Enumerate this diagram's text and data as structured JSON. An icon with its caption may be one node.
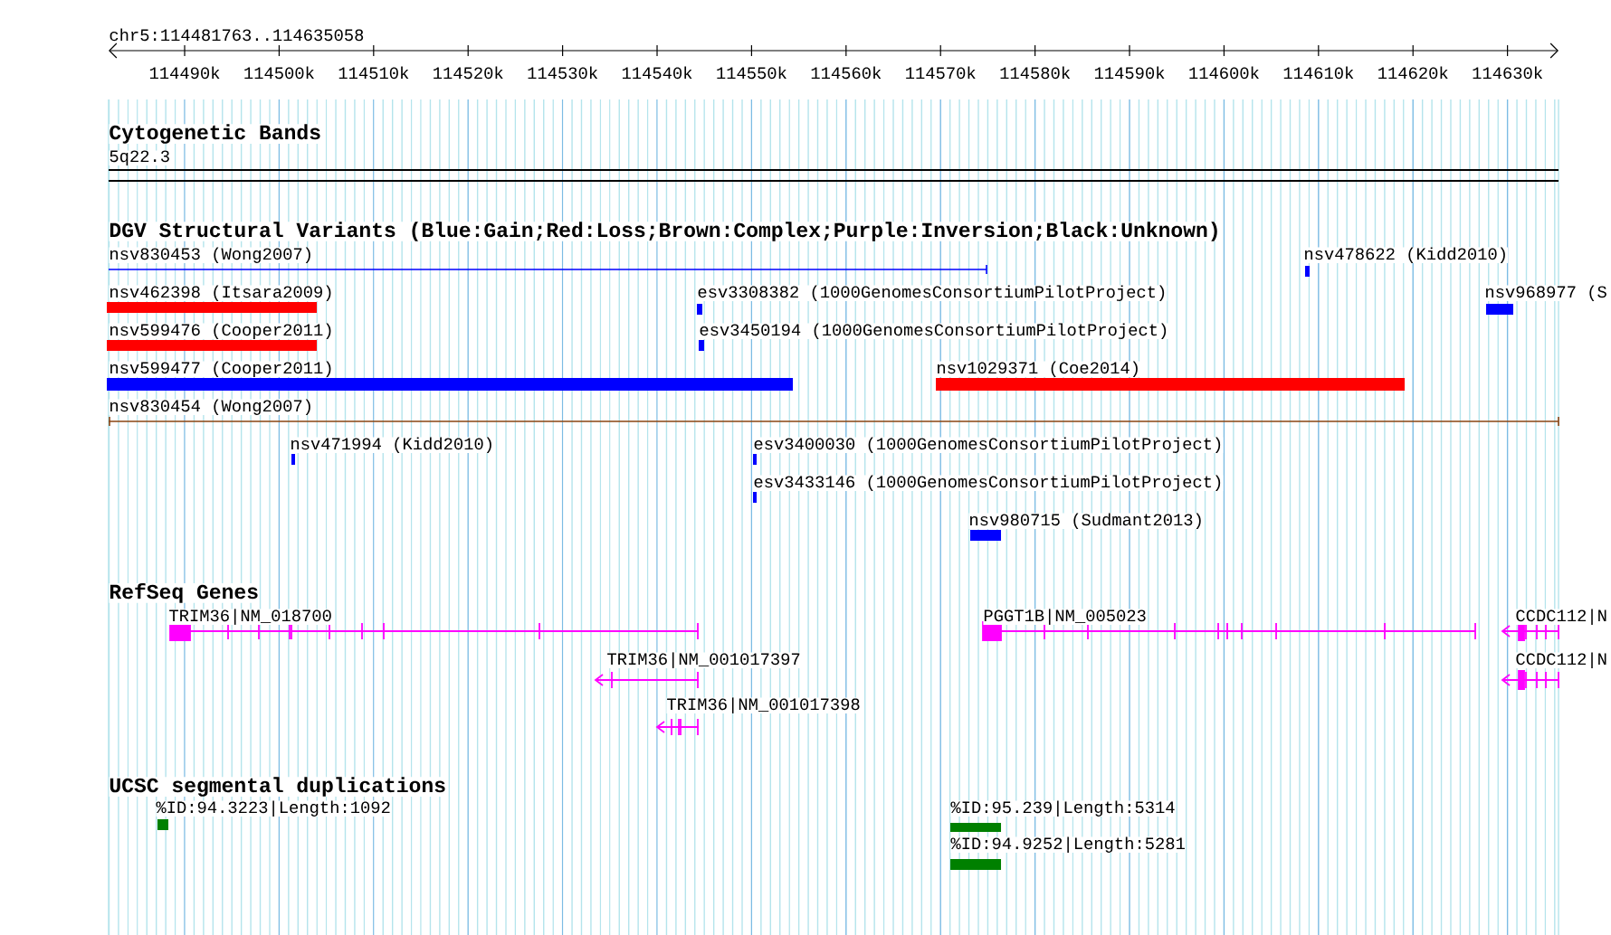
{
  "diagram": {
    "labels": [
      "chr5:114481763..114635058",
      "114490k",
      "114500k",
      "114510k",
      "114520k",
      "114530k",
      "114540k",
      "114550k",
      "114560k",
      "114570k",
      "114580k",
      "114590k",
      "114600k",
      "114610k",
      "114620k",
      "114630k",
      "Cytogenetic Bands",
      "5q22.3",
      "DGV Structural Variants (Blue:Gain;Red:Loss;Brown:Complex;Purple:Inversion;Black:Unknown)",
      "nsv830453 (Wong2007)",
      "nsv478622 (Kidd2010)",
      "nsv462398 (Itsara2009)",
      "esv3308382 (1000GenomesConsortiumPilotProject)",
      "nsv968977 (S",
      "nsv599476 (Cooper2011)",
      "esv3450194 (1000GenomesConsortiumPilotProject)",
      "nsv599477 (Cooper2011)",
      "nsv1029371 (Coe2014)",
      "nsv830454 (Wong2007)",
      "nsv471994 (Kidd2010)",
      "esv3400030 (1000GenomesConsortiumPilotProject)",
      "esv3433146 (1000GenomesConsortiumPilotProject)",
      "nsv980715 (Sudmant2013)",
      "RefSeq Genes",
      "TRIM36|NM_018700",
      "PGGT1B|NM_005023",
      "CCDC112|N",
      "TRIM36|NM_001017397",
      "CCDC112|N",
      "TRIM36|NM_001017398",
      "UCSC segmental duplications",
      "%ID:94.3223|Length:1092",
      "%ID:95.239|Length:5314",
      "%ID:94.9252|Length:5281"
    ]
  }
}
